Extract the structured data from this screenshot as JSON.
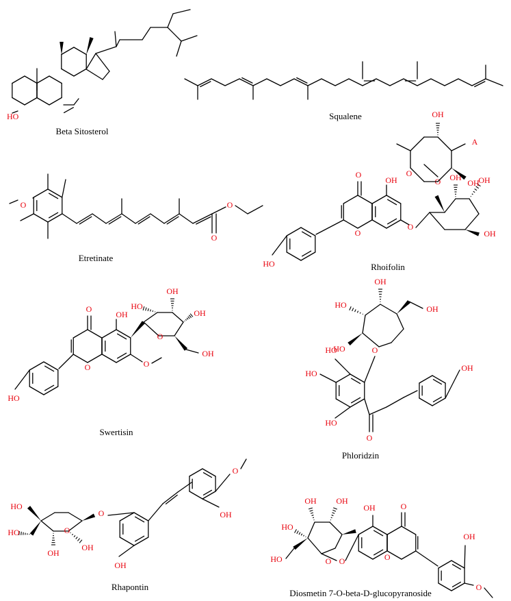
{
  "molecules": [
    {
      "id": "beta-sitosterol",
      "name": "Beta Sitosterol"
    },
    {
      "id": "squalene",
      "name": "Squalene"
    },
    {
      "id": "etretinate",
      "name": "Etretinate"
    },
    {
      "id": "rhoifolin",
      "name": "Rhoifolin"
    },
    {
      "id": "swertisin",
      "name": "Swertisin"
    },
    {
      "id": "phloridzin",
      "name": "Phloridzin"
    },
    {
      "id": "rhapontin",
      "name": "Rhapontin"
    },
    {
      "id": "diosmetin-glucoside",
      "name": "Diosmetin 7-O-beta-D-glucopyranoside"
    }
  ],
  "atom_labels": {
    "hydroxyl": "OH",
    "hydroxyl_left": "HO",
    "oxygen": "O",
    "substituent_a": "A"
  },
  "colors": {
    "bond": "#000000",
    "heteroatom": "#e8000b",
    "caption": "#000000"
  }
}
